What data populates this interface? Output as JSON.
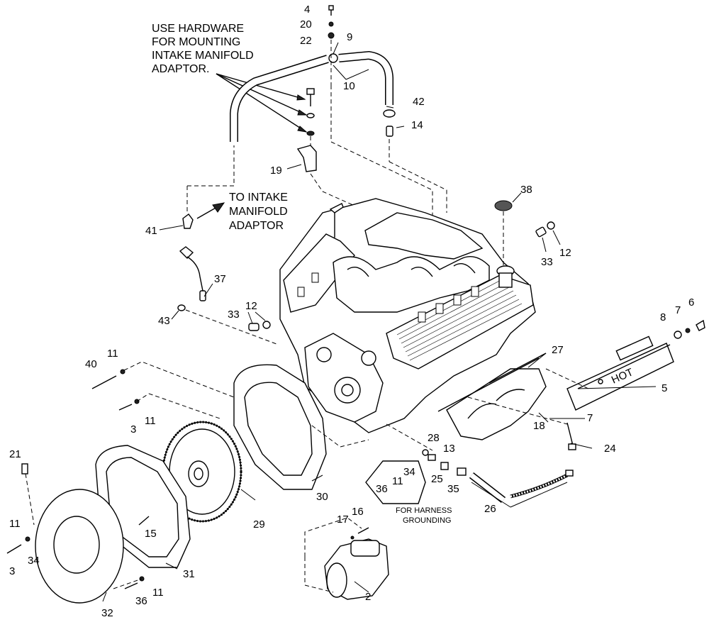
{
  "notes": {
    "hardware": [
      "USE HARDWARE",
      "FOR MOUNTING",
      "INTAKE MANIFOLD",
      "ADAPTOR."
    ],
    "intake": [
      "TO INTAKE",
      "MANIFOLD",
      "ADAPTOR"
    ],
    "grounding": [
      "FOR HARNESS",
      "GROUNDING"
    ],
    "hot_sign": "HOT"
  },
  "callouts": [
    "4",
    "20",
    "22",
    "9",
    "10",
    "42",
    "14",
    "19",
    "38",
    "41",
    "12",
    "33",
    "37",
    "43",
    "33",
    "12",
    "6",
    "7",
    "8",
    "5",
    "27",
    "11",
    "40",
    "3",
    "11",
    "7",
    "18",
    "24",
    "28",
    "13",
    "21",
    "30",
    "25",
    "35",
    "11",
    "34",
    "36",
    "26",
    "29",
    "15",
    "16",
    "17",
    "11",
    "34",
    "3",
    "31",
    "2",
    "36",
    "11",
    "32"
  ]
}
